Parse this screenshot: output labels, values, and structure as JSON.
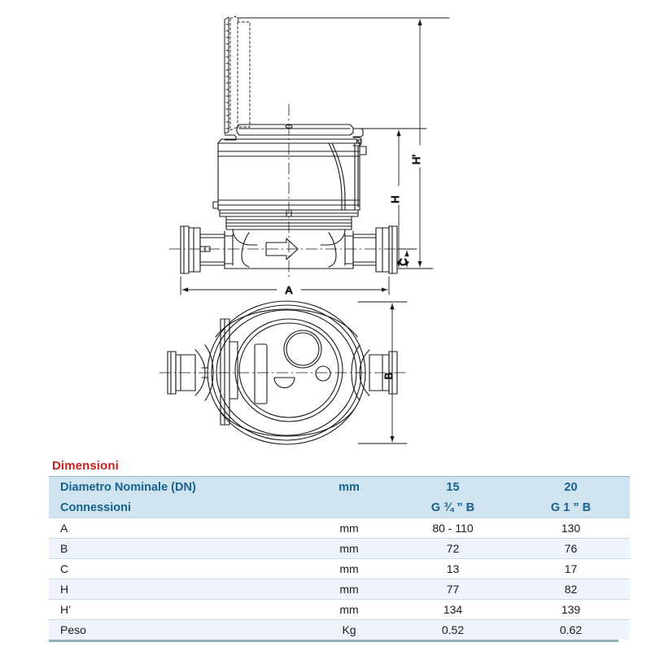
{
  "drawing": {
    "views": [
      {
        "name": "side-elevation",
        "dimension_labels": [
          "A",
          "C",
          "H",
          "H'"
        ],
        "flow_arrow": "flow-direction-arrow",
        "notes": "Water meter side view with hinged register lid shown open in phantom lines"
      },
      {
        "name": "top-plan",
        "dimension_labels": [
          "B"
        ],
        "notes": "Water meter plan view showing dial face"
      }
    ],
    "labels": {
      "a": "A",
      "b": "B",
      "c": "C",
      "h": "H",
      "h_prime": "H’"
    }
  },
  "table": {
    "title": "Dimensioni",
    "columns": {
      "label": "",
      "unit": "",
      "value1": "",
      "value2": ""
    },
    "header_rows": [
      {
        "label": "Diametro Nominale (DN)",
        "unit": "mm",
        "value1": "15",
        "value2": "20"
      },
      {
        "label": "Connessioni",
        "unit": "",
        "value1": "G ¾ ” B",
        "value2": "G 1 ” B"
      }
    ],
    "rows": [
      {
        "label": "A",
        "unit": "mm",
        "value1": "80 - 110",
        "value2": "130"
      },
      {
        "label": "B",
        "unit": "mm",
        "value1": "72",
        "value2": "76"
      },
      {
        "label": "C",
        "unit": "mm",
        "value1": "13",
        "value2": "17"
      },
      {
        "label": "H",
        "unit": "mm",
        "value1": "77",
        "value2": "82"
      },
      {
        "label": "H’",
        "unit": "mm",
        "value1": "134",
        "value2": "139"
      },
      {
        "label": "Peso",
        "unit": "Kg",
        "value1": "0.52",
        "value2": "0.62"
      }
    ]
  },
  "colors": {
    "title_red": "#cc1f1f",
    "header_bg": "#cfe3f1",
    "header_text": "#18628f",
    "row_alt_bg": "#eef4f9",
    "bottom_rule": "#8fb3b5",
    "line": "#1a1a1a"
  }
}
